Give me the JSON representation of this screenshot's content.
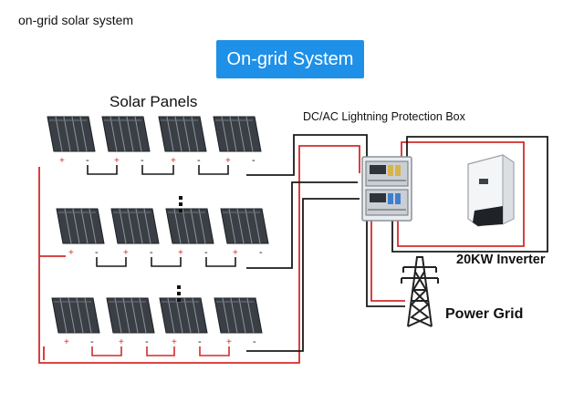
{
  "caption": "on-grid solar system",
  "banner": {
    "text": "On-grid System",
    "color": "#1e90e8"
  },
  "labels": {
    "solar_panels": "Solar Panels",
    "protection_box": "DC/AC Lightning Protection Box",
    "inverter": "20KW Inverter",
    "power_grid": "Power Grid"
  },
  "panel_array": {
    "rows": 3,
    "panels_per_row": 4,
    "row_ellipsis": "⋮"
  },
  "polarity": {
    "positive": "+",
    "negative": "-"
  },
  "colors": {
    "positive_wire": "#d42b2b",
    "negative_wire": "#1a1a1a",
    "panel": "#3a3f45"
  }
}
